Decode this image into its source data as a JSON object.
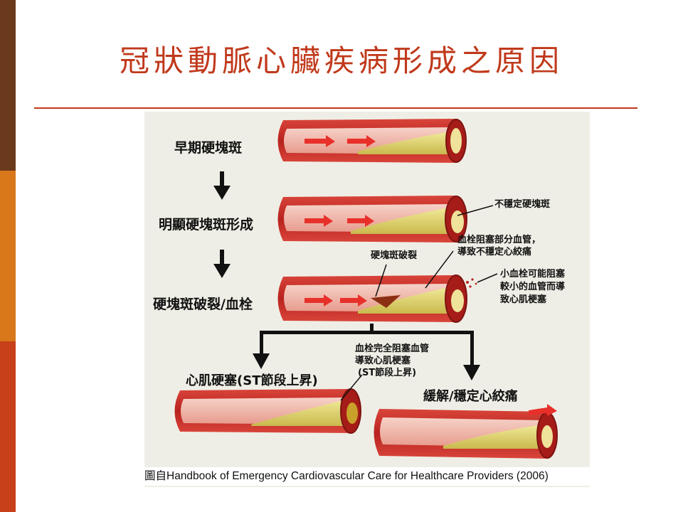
{
  "slide": {
    "title": "冠狀動脈心臟疾病形成之原因"
  },
  "diagram": {
    "stages": [
      {
        "label": "早期硬塊斑"
      },
      {
        "label": "明顯硬塊斑形成"
      },
      {
        "label": "硬塊斑破裂/血栓"
      },
      {
        "label": "心肌硬塞(ST節段上昇)"
      },
      {
        "label": "緩解/穩定心絞痛"
      }
    ],
    "annotations": {
      "unstable_plaque": "不穩定硬塊斑",
      "plaque_rupture": "硬塊斑破裂",
      "partial_block": [
        "血栓阻塞部分血管，",
        "導致不穩定心絞痛"
      ],
      "small_clot": [
        "小血栓可能阻塞",
        "較小的血管而導",
        "致心肌梗塞"
      ],
      "complete_block": [
        "血栓完全阻塞血管",
        "導致心肌梗塞",
        "(ST節段上昇)"
      ]
    },
    "caption": "圖自Handbook of Emergency Cardiovascular Care for Healthcare Providers (2006)"
  },
  "colors": {
    "title": "#c0391b",
    "bar_top": "#6b3a1d",
    "bar_middle": "#d8781b",
    "bar_bottom": "#c8401a",
    "vessel": "#c8302a",
    "plaque": "#e6dc7a"
  }
}
